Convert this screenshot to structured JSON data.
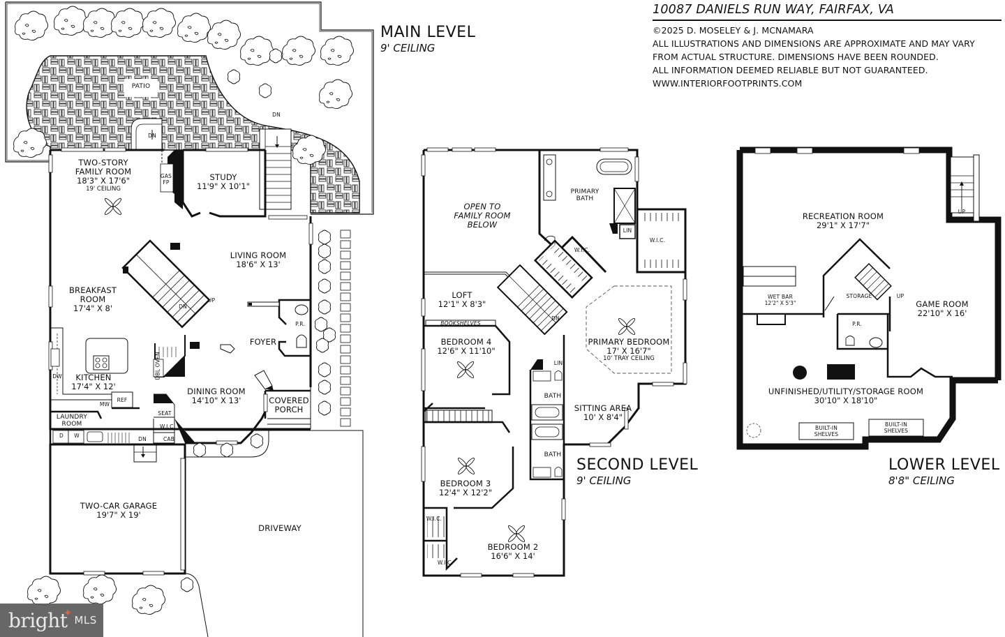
{
  "header": {
    "address": "10087 DANIELS RUN WAY, FAIRFAX, VA",
    "copyright": "©2025 D. MOSELEY & J. MCNAMARA",
    "disclaimer_1": "ALL ILLUSTRATIONS AND DIMENSIONS ARE APPROXIMATE AND MAY VARY",
    "disclaimer_2": "FROM ACTUAL STRUCTURE. DIMENSIONS HAVE BEEN ROUNDED.",
    "disclaimer_3": "ALL INFORMATION DEEMED RELIABLE BUT NOT GUARANTEED.",
    "website": "WWW.INTERIORFOOTPRINTS.COM"
  },
  "levels": {
    "main": {
      "title": "MAIN LEVEL",
      "ceiling": "9' CEILING",
      "rooms": {
        "patio": {
          "name": "PATIO"
        },
        "family_room": {
          "name_1": "TWO-STORY",
          "name_2": "FAMILY ROOM",
          "dims": "18'3\" X 17'6\"",
          "note": "19' CEILING"
        },
        "gas_fp": {
          "name_1": "GAS",
          "name_2": "FP"
        },
        "study": {
          "name": "STUDY",
          "dims": "11'9\" X 10'1\""
        },
        "living_room": {
          "name": "LIVING ROOM",
          "dims": "18'6\" X 13'"
        },
        "breakfast_room": {
          "name_1": "BREAKFAST",
          "name_2": "ROOM",
          "dims": "17'4\" X 8'"
        },
        "kitchen": {
          "name": "KITCHEN",
          "dims": "17'4\" X 12'"
        },
        "foyer": {
          "name": "FOYER"
        },
        "powder_room": {
          "name": "P.R."
        },
        "dining_room": {
          "name": "DINING ROOM",
          "dims": "14'10\" X 13'"
        },
        "covered_porch": {
          "name_1": "COVERED",
          "name_2": "PORCH"
        },
        "laundry_room": {
          "name_1": "LAUNDRY",
          "name_2": "ROOM"
        },
        "garage": {
          "name": "TWO-CAR GARAGE",
          "dims": "19'7\" X 19'"
        },
        "driveway": {
          "name": "DRIVEWAY"
        }
      },
      "fixtures": {
        "dw": "DW",
        "mw": "MW",
        "ref": "REF",
        "dbl_oven": "DBL OVEN",
        "dryer": "D",
        "washer": "W",
        "seat": "SEAT",
        "wic": "W.I.C.",
        "cab": "CAB",
        "stair_up": "UP",
        "stair_dn": "DN"
      }
    },
    "second": {
      "title": "SECOND LEVEL",
      "ceiling": "9' CEILING",
      "rooms": {
        "open_to_below": {
          "name_1": "OPEN TO",
          "name_2": "FAMILY ROOM",
          "name_3": "BELOW"
        },
        "primary_bath": {
          "name_1": "PRIMARY",
          "name_2": "BATH"
        },
        "lin_1": {
          "name": "LIN"
        },
        "wic_primary_1": {
          "name": "W.I.C."
        },
        "wic_primary_2": {
          "name": "W.I.C."
        },
        "loft": {
          "name": "LOFT",
          "dims": "12'1\" X 8'3\""
        },
        "bookshelves": {
          "name": "BOOKSHELVES"
        },
        "primary_bedroom": {
          "name": "PRIMARY BEDROOM",
          "dims": "17' X 16'7\"",
          "note": "10' TRAY CEILING"
        },
        "bedroom_4": {
          "name": "BEDROOM 4",
          "dims": "12'6\" X 11'10\""
        },
        "lin_2": {
          "name": "LIN"
        },
        "bath_1": {
          "name": "BATH"
        },
        "bath_2": {
          "name": "BATH"
        },
        "sitting_area": {
          "name": "SITTING AREA",
          "dims": "10' X 8'4\""
        },
        "bedroom_3": {
          "name": "BEDROOM 3",
          "dims": "12'4\" X 12'2\""
        },
        "bedroom_2": {
          "name": "BEDROOM 2",
          "dims": "16'6\" X 14'"
        },
        "wic_b3": {
          "name": "W.I.C."
        },
        "wic_b2": {
          "name": "W.I.C."
        },
        "stair_dn": "DN"
      }
    },
    "lower": {
      "title": "LOWER LEVEL",
      "ceiling": "8'8\" CEILING",
      "rooms": {
        "recreation_room": {
          "name": "RECREATION ROOM",
          "dims": "29'1\" X 17'7\""
        },
        "wet_bar": {
          "name": "WET BAR",
          "dims": "12'2\" X 5'3\""
        },
        "storage": {
          "name": "STORAGE"
        },
        "game_room": {
          "name": "GAME ROOM",
          "dims": "22'10\" X 16'"
        },
        "powder_room": {
          "name": "P.R."
        },
        "utility_room": {
          "name": "UNFINISHED/UTILITY/STORAGE ROOM",
          "dims": "30'10\" X 18'10\""
        },
        "built_in_1": {
          "name_1": "BUILT-IN",
          "name_2": "SHELVES"
        },
        "built_in_2": {
          "name_1": "BUILT-IN",
          "name_2": "SHELVES"
        },
        "stair_up_1": "UP",
        "stair_up_2": "UP"
      }
    }
  },
  "watermark": {
    "brand": "bright",
    "suffix": "MLS",
    "accent": "#e25b2a"
  },
  "colors": {
    "ink": "#111111",
    "background": "#ffffff",
    "watermark_bg": "#5b5b5b"
  }
}
